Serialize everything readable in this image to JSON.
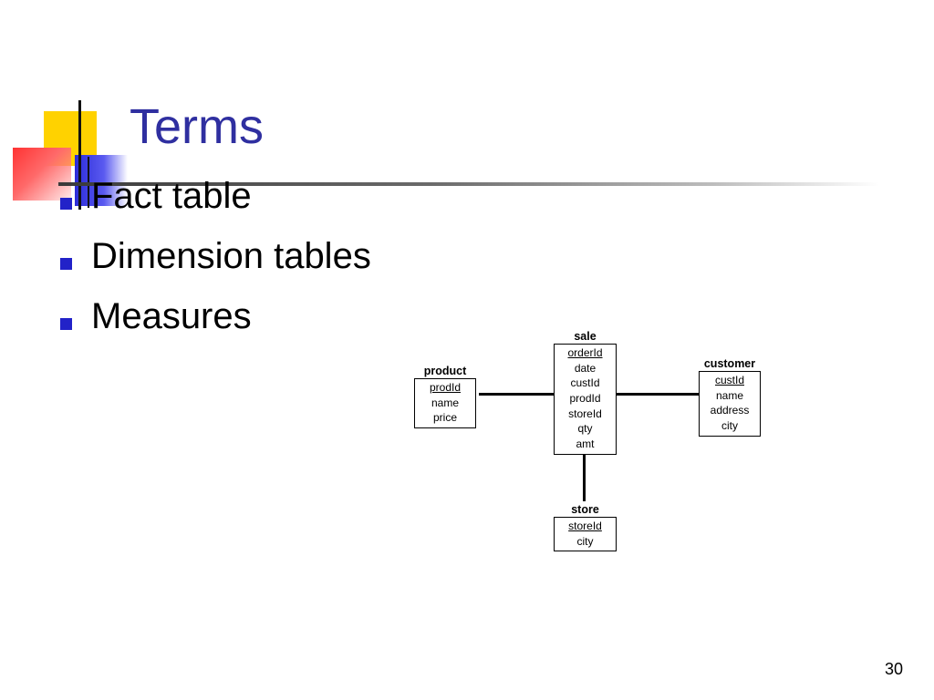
{
  "slide": {
    "title": "Terms",
    "bullets": [
      "Fact table",
      "Dimension tables",
      "Measures"
    ],
    "page_number": "30"
  },
  "diagram": {
    "tables": {
      "sale": {
        "name": "sale",
        "fields": [
          {
            "text": "orderId",
            "key": true
          },
          {
            "text": "date",
            "key": false
          },
          {
            "text": "custId",
            "key": false
          },
          {
            "text": "prodId",
            "key": false
          },
          {
            "text": "storeId",
            "key": false
          },
          {
            "text": "qty",
            "key": false
          },
          {
            "text": "amt",
            "key": false
          }
        ]
      },
      "product": {
        "name": "product",
        "fields": [
          {
            "text": "prodId",
            "key": true
          },
          {
            "text": "name",
            "key": false
          },
          {
            "text": "price",
            "key": false
          }
        ]
      },
      "customer": {
        "name": "customer",
        "fields": [
          {
            "text": "custId",
            "key": true
          },
          {
            "text": "name",
            "key": false
          },
          {
            "text": "address",
            "key": false
          },
          {
            "text": "city",
            "key": false
          }
        ]
      },
      "store": {
        "name": "store",
        "fields": [
          {
            "text": "storeId",
            "key": true
          },
          {
            "text": "city",
            "key": false
          }
        ]
      }
    }
  },
  "colors": {
    "title": "#2f2fa0",
    "bullet_marker": "#2222c8",
    "ornament_yellow": "#ffd200",
    "ornament_blue": "#2c2cd8",
    "ornament_red": "#ff3333"
  }
}
